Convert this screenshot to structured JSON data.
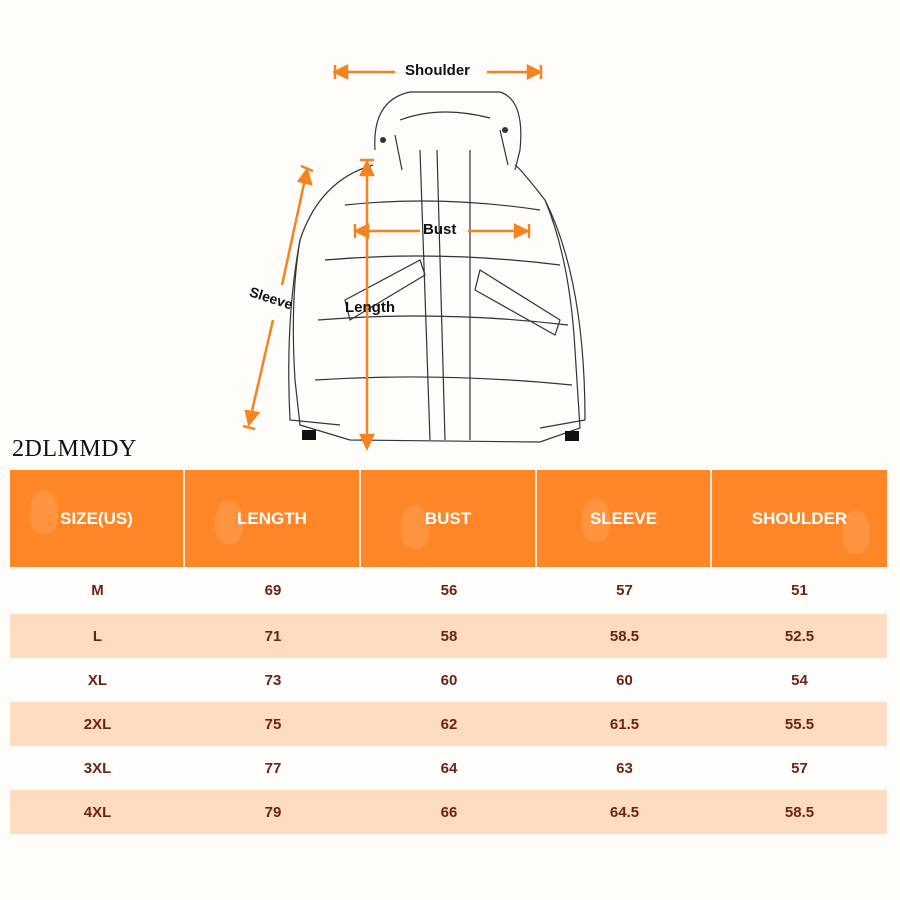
{
  "diagram": {
    "labels": {
      "shoulder": "Shoulder",
      "bust": "Bust",
      "length": "Length",
      "sleeve": "Sleeve"
    },
    "accent_color": "#f5831f"
  },
  "brand": "2DLMMDY",
  "table": {
    "header_color": "#ff8626",
    "alt_row_color": "#fddcc2",
    "text_color": "#6a2412",
    "headers": [
      "SIZE(US)",
      "LENGTH",
      "BUST",
      "SLEEVE",
      "SHOULDER"
    ],
    "rows": [
      [
        "M",
        "69",
        "56",
        "57",
        "51"
      ],
      [
        "L",
        "71",
        "58",
        "58.5",
        "52.5"
      ],
      [
        "XL",
        "73",
        "60",
        "60",
        "54"
      ],
      [
        "2XL",
        "75",
        "62",
        "61.5",
        "55.5"
      ],
      [
        "3XL",
        "77",
        "64",
        "63",
        "57"
      ],
      [
        "4XL",
        "79",
        "66",
        "64.5",
        "58.5"
      ]
    ]
  }
}
